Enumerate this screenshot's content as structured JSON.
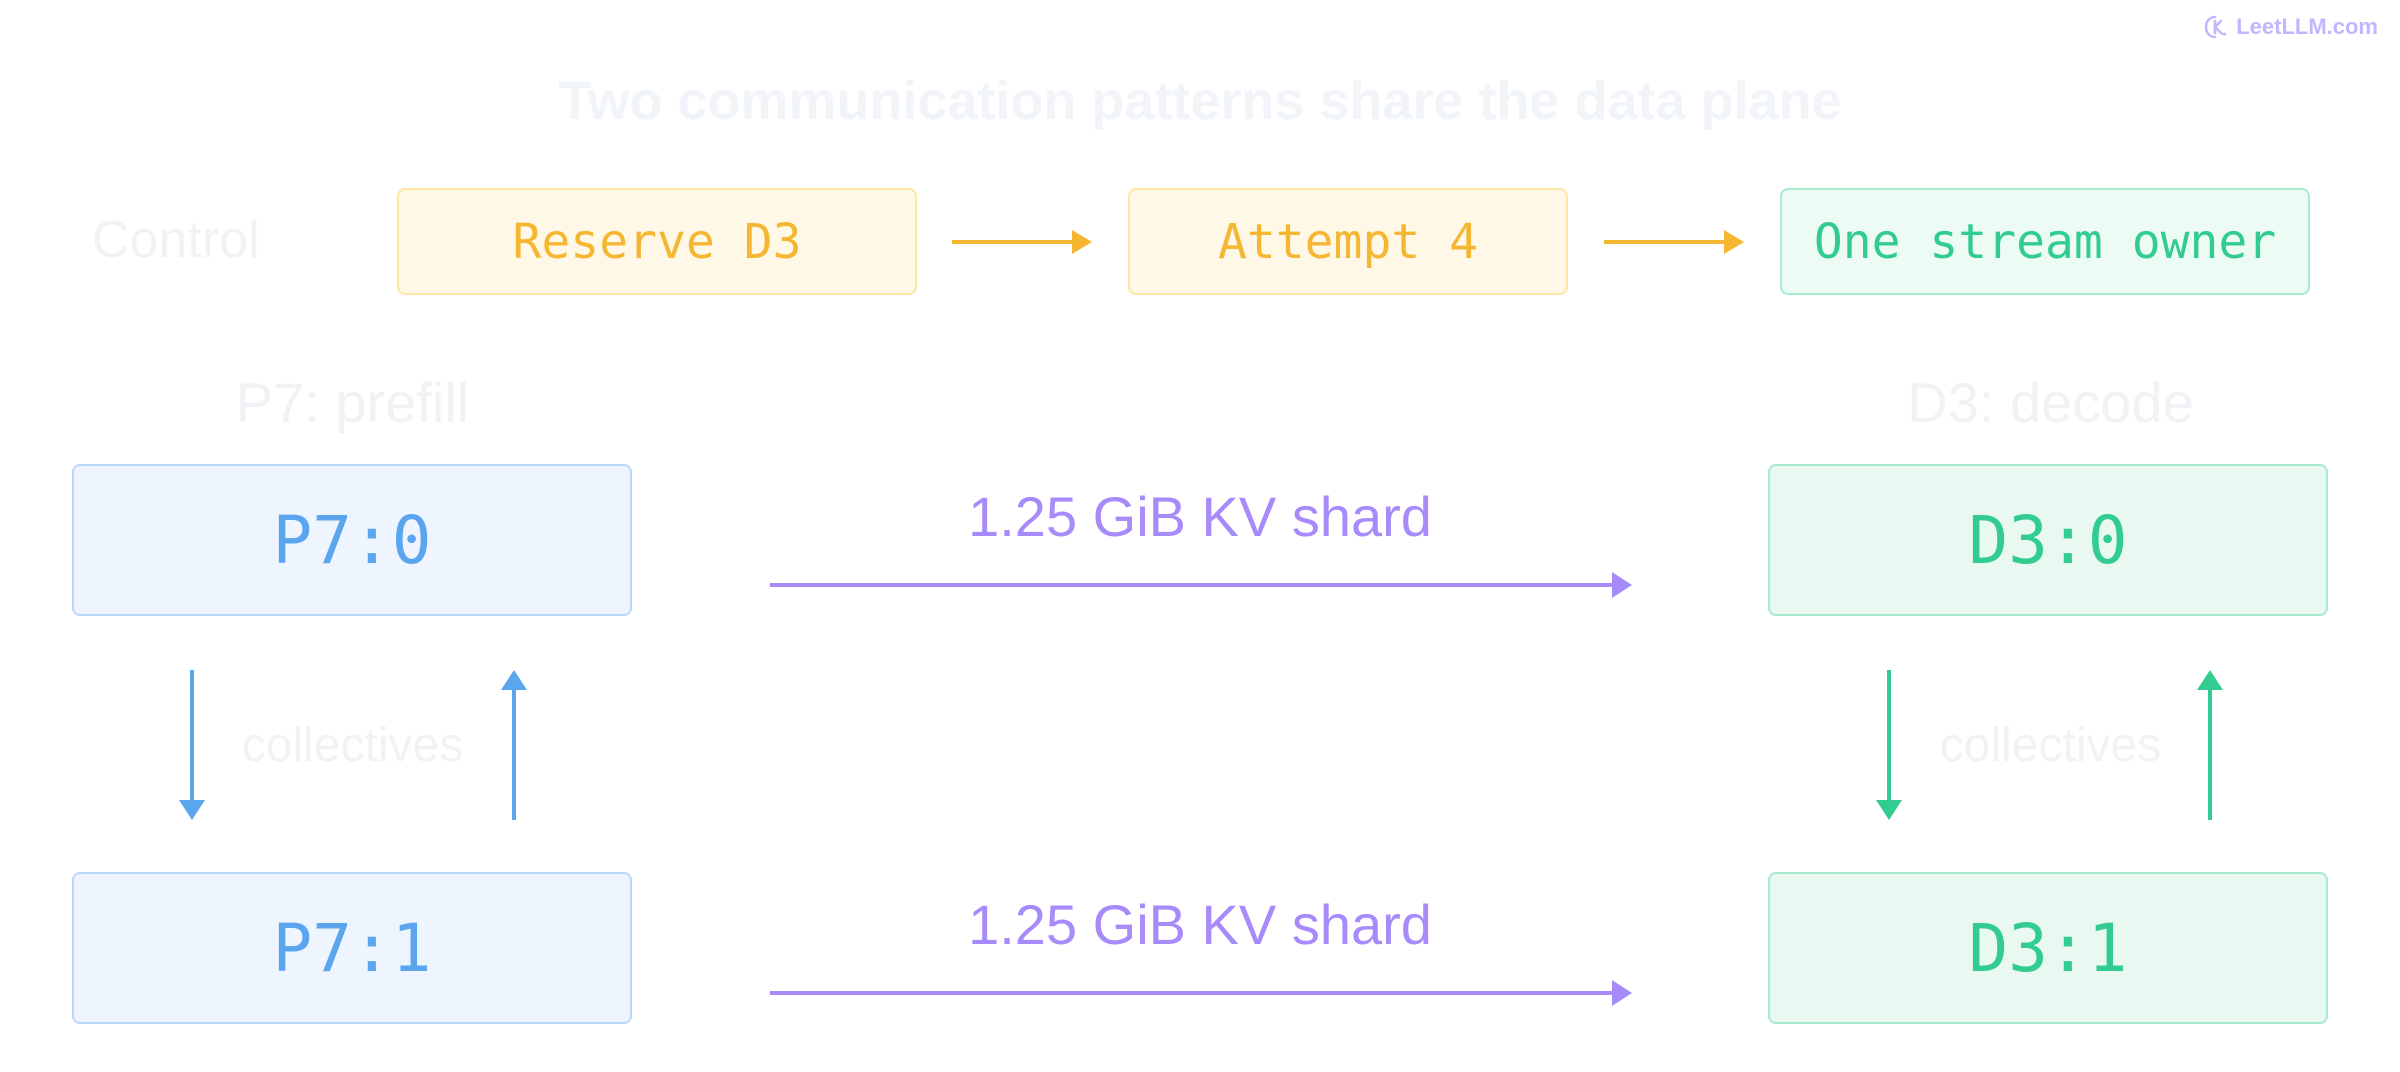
{
  "watermark": {
    "text": "LeetLLM.com"
  },
  "title": "Two communication patterns share the data plane",
  "control": {
    "label": "Control",
    "steps": [
      "Reserve D3",
      "Attempt 4",
      "One stream owner"
    ]
  },
  "prefill": {
    "label": "P7: prefill",
    "nodes": [
      "P7:0",
      "P7:1"
    ],
    "collectives_label": "collectives"
  },
  "decode": {
    "label": "D3: decode",
    "nodes": [
      "D3:0",
      "D3:1"
    ],
    "collectives_label": "collectives"
  },
  "transfers": [
    "1.25 GiB KV shard",
    "1.25 GiB KV shard"
  ],
  "colors": {
    "control_arrow": "#f5b731",
    "transfer_arrow": "#a78bfa",
    "prefill_arrow": "#5aa5ee",
    "decode_arrow": "#33cc90",
    "ghost_text": "#f0f2f5"
  }
}
